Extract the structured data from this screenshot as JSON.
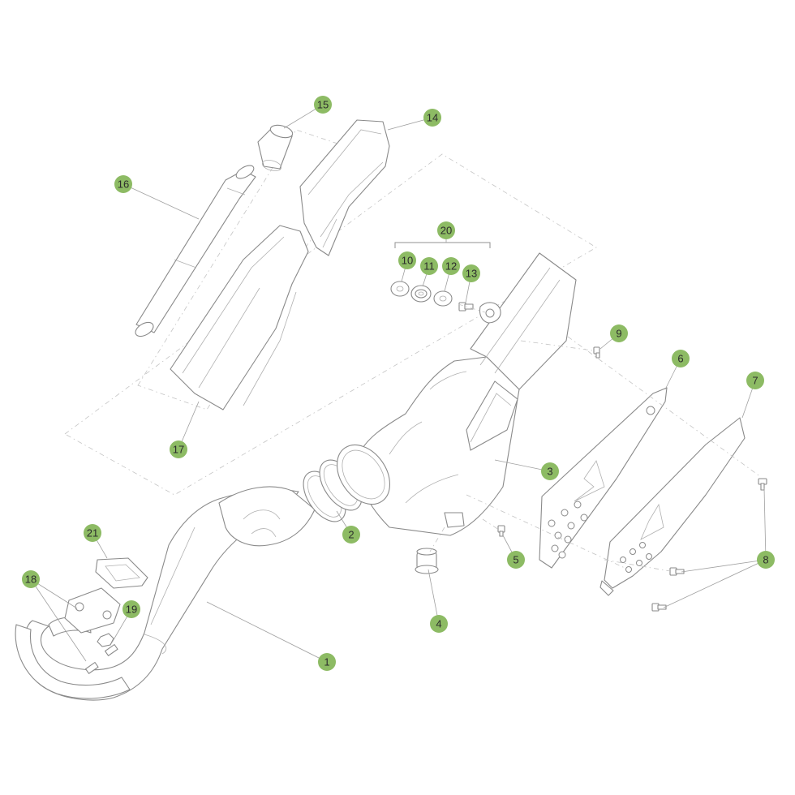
{
  "diagram": {
    "accent_color": "#8dbb64",
    "callouts": [
      {
        "id": "c1",
        "label": "1"
      },
      {
        "id": "c2",
        "label": "2"
      },
      {
        "id": "c3",
        "label": "3"
      },
      {
        "id": "c4",
        "label": "4"
      },
      {
        "id": "c5",
        "label": "5"
      },
      {
        "id": "c6",
        "label": "6"
      },
      {
        "id": "c7",
        "label": "7"
      },
      {
        "id": "c8",
        "label": "8"
      },
      {
        "id": "c9",
        "label": "9"
      },
      {
        "id": "c10",
        "label": "10"
      },
      {
        "id": "c11",
        "label": "11"
      },
      {
        "id": "c12",
        "label": "12"
      },
      {
        "id": "c13",
        "label": "13"
      },
      {
        "id": "c14",
        "label": "14"
      },
      {
        "id": "c15",
        "label": "15"
      },
      {
        "id": "c16",
        "label": "16"
      },
      {
        "id": "c17",
        "label": "17"
      },
      {
        "id": "c18",
        "label": "18"
      },
      {
        "id": "c19",
        "label": "19"
      },
      {
        "id": "c20",
        "label": "20"
      },
      {
        "id": "c21",
        "label": "21"
      }
    ]
  }
}
